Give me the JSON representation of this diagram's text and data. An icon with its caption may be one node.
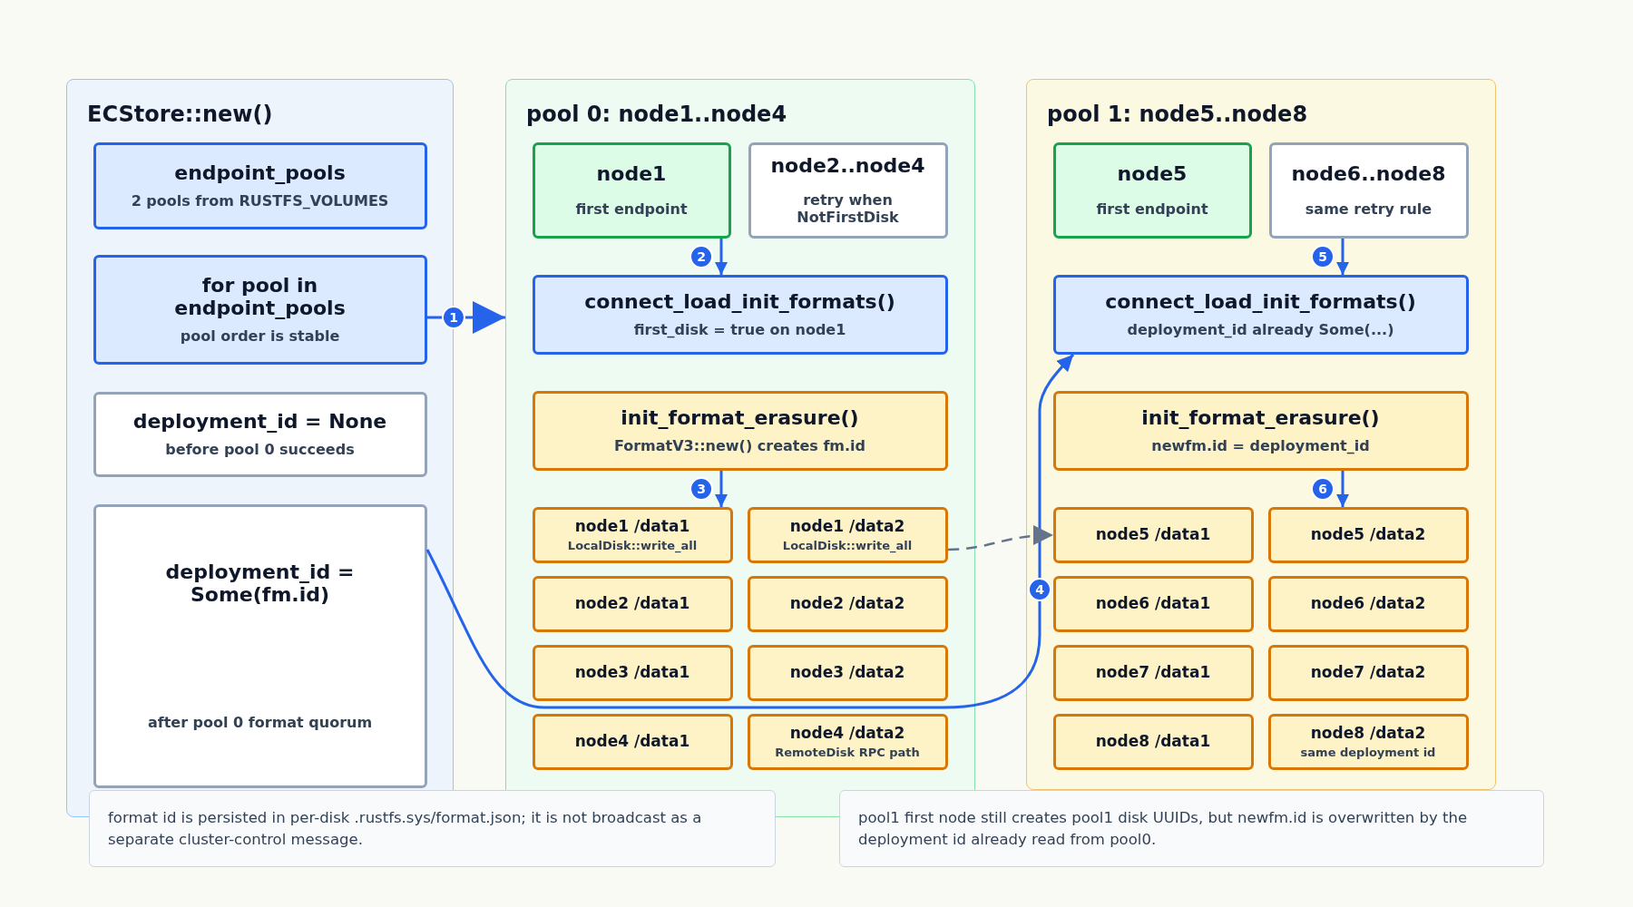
{
  "diagram": {
    "nodes": [
      {
        "text": [
          "ECStore::new()"
        ]
      },
      {
        "text": [
          "endpoint_pools",
          "2 pools from RUSTFS_VOLUMES"
        ],
        "in": 0
      },
      {
        "text": [
          "for pool in endpoint_pools",
          "pool order is stable"
        ],
        "in": 0
      },
      {
        "text": [
          "deployment_id = None",
          "before pool 0 succeeds"
        ],
        "in": 0
      },
      {
        "text": [
          "deployment_id = Some(fm.id)",
          "after pool 0 format quorum"
        ],
        "in": 0
      },
      {
        "text": [
          "pool 0: node1..node4"
        ]
      },
      {
        "text": [
          "node1",
          "first endpoint"
        ],
        "in": 5
      },
      {
        "text": [
          "node2..node4",
          "retry when NotFirstDisk"
        ],
        "in": 5
      },
      {
        "text": [
          "connect_load_init_formats()",
          "first_disk = true on node1"
        ],
        "in": 5
      },
      {
        "text": [
          "init_format_erasure()",
          "FormatV3::new() creates fm.id"
        ],
        "in": 5
      },
      {
        "text": [
          "node1 /data1",
          "LocalDisk::write_all"
        ],
        "in": 5
      },
      {
        "text": [
          "node1 /data2",
          "LocalDisk::write_all"
        ],
        "in": 5
      },
      {
        "text": [
          "node2 /data1"
        ],
        "in": 5
      },
      {
        "text": [
          "node2 /data2"
        ],
        "in": 5
      },
      {
        "text": [
          "node3 /data1"
        ],
        "in": 5
      },
      {
        "text": [
          "node3 /data2"
        ],
        "in": 5
      },
      {
        "text": [
          "node4 /data1"
        ],
        "in": 5
      },
      {
        "text": [
          "node4 /data2",
          "RemoteDisk RPC path"
        ],
        "in": 5
      },
      {
        "text": [
          "pool 1: node5..node8"
        ]
      },
      {
        "text": [
          "node5",
          "first endpoint"
        ],
        "in": 18
      },
      {
        "text": [
          "node6..node8",
          "same retry rule"
        ],
        "in": 18
      },
      {
        "text": [
          "connect_load_init_formats()",
          "deployment_id already Some(...)"
        ],
        "in": 18
      },
      {
        "text": [
          "init_format_erasure()",
          "newfm.id = deployment_id"
        ],
        "in": 18
      },
      {
        "text": [
          "node5 /data1"
        ],
        "in": 18
      },
      {
        "text": [
          "node5 /data2"
        ],
        "in": 18
      },
      {
        "text": [
          "node6 /data1"
        ],
        "in": 18
      },
      {
        "text": [
          "node6 /data2"
        ],
        "in": 18
      },
      {
        "text": [
          "node7 /data1"
        ],
        "in": 18
      },
      {
        "text": [
          "node7 /data2"
        ],
        "in": 18
      },
      {
        "text": [
          "node8 /data1"
        ],
        "in": 18
      },
      {
        "text": [
          "node8 /data2",
          "same deployment id"
        ],
        "in": 18
      },
      {
        "text": [
          "format id is persisted in per-disk .rustfs.sys/format.json; it is not broadcast as a separate cluster-control message."
        ]
      },
      {
        "text": [
          "pool1 first node still creates pool1 disk UUIDs, but newfm.id is overwritten by the deployment id already read from pool0."
        ]
      }
    ],
    "edges": [
      {
        "from": 2,
        "to": 5,
        "arrow": "to",
        "label": "1"
      },
      {
        "from": 6,
        "to": 8,
        "arrow": "to",
        "label": "2"
      },
      {
        "from": 9,
        "to": 10,
        "arrow": "to",
        "label": "3"
      },
      {
        "from": 4,
        "to": 21,
        "arrow": "to",
        "label": "4"
      },
      {
        "from": 20,
        "to": 21,
        "arrow": "to",
        "label": "5"
      },
      {
        "from": 22,
        "to": 24,
        "arrow": "to",
        "label": "6"
      },
      {
        "from": 11,
        "to": 23,
        "arrow": "to",
        "style": "dashed",
        "color": "#64748b"
      }
    ]
  }
}
